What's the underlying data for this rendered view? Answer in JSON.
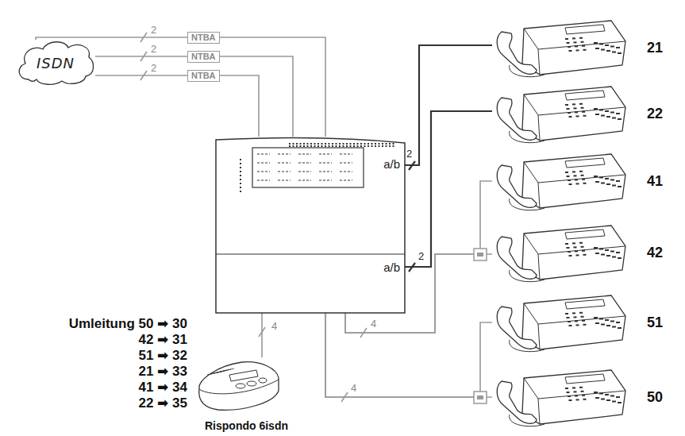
{
  "diagram": {
    "nodes": [
      {
        "text": [
          "ISDN"
        ]
      },
      {
        "text": [
          "NTBA"
        ]
      },
      {
        "text": [
          "NTBA"
        ]
      },
      {
        "text": [
          "NTBA"
        ]
      },
      {
        "text": [
          "a/b",
          "a/b"
        ]
      },
      {
        "text": [
          "21"
        ]
      },
      {
        "text": [
          "22"
        ]
      },
      {
        "text": [
          "41"
        ]
      },
      {
        "text": [
          "42"
        ]
      },
      {
        "text": [
          "51"
        ]
      },
      {
        "text": [
          "50"
        ]
      },
      {
        "text": [
          "Rispondo 6isdn"
        ]
      }
    ],
    "edges": [
      {
        "from": 0,
        "to": 1,
        "label": "2",
        "arrow": "none"
      },
      {
        "from": 0,
        "to": 2,
        "label": "2",
        "arrow": "none"
      },
      {
        "from": 0,
        "to": 3,
        "label": "2",
        "arrow": "none"
      },
      {
        "from": 1,
        "to": 4,
        "arrow": "none"
      },
      {
        "from": 2,
        "to": 4,
        "arrow": "none"
      },
      {
        "from": 3,
        "to": 4,
        "arrow": "none"
      },
      {
        "from": 4,
        "to": 5,
        "label": "2",
        "arrow": "none"
      },
      {
        "from": 4,
        "to": 6,
        "label": "2",
        "arrow": "none"
      },
      {
        "from": 4,
        "to": 7,
        "label": "4",
        "arrow": "none"
      },
      {
        "from": 4,
        "to": 8,
        "arrow": "none"
      },
      {
        "from": 4,
        "to": 9,
        "label": "4",
        "arrow": "none"
      },
      {
        "from": 4,
        "to": 10,
        "arrow": "none"
      },
      {
        "from": 4,
        "to": 11,
        "label": "4",
        "arrow": "none"
      }
    ],
    "labels": [
      "Umleitung 50 ➡ 30",
      "42 ➡ 31",
      "51 ➡ 32",
      "21 ➡ 33",
      "41 ➡ 34",
      "22 ➡ 35"
    ]
  }
}
